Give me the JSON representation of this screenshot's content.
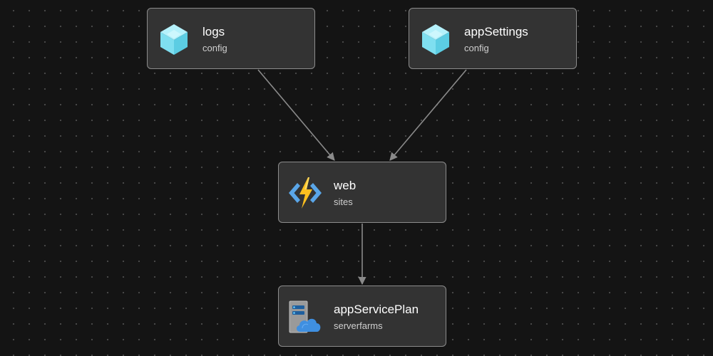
{
  "colors": {
    "background": "#141414",
    "grid_dot": "#4a4a4a",
    "node_fill": "#333333",
    "node_border": "#8c8c8c",
    "edge": "#8a8a8a"
  },
  "nodes": {
    "logs": {
      "name": "logs",
      "type": "config",
      "icon": "config-cube-icon"
    },
    "appSettings": {
      "name": "appSettings",
      "type": "config",
      "icon": "config-cube-icon"
    },
    "web": {
      "name": "web",
      "type": "sites",
      "icon": "function-app-icon"
    },
    "appServicePlan": {
      "name": "appServicePlan",
      "type": "serverfarms",
      "icon": "server-cloud-icon"
    }
  },
  "edges": [
    {
      "from": "logs",
      "to": "web"
    },
    {
      "from": "appSettings",
      "to": "web"
    },
    {
      "from": "web",
      "to": "appServicePlan"
    }
  ]
}
